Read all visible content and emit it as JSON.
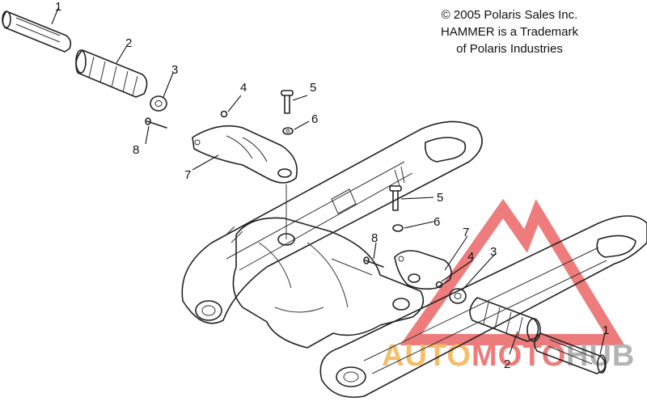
{
  "notice": {
    "line1": "© 2005 Polaris Sales Inc.",
    "line2": "HAMMER is a Trademark",
    "line3": "of Polaris Industries"
  },
  "callouts": {
    "left": [
      "1",
      "2",
      "3",
      "4",
      "5",
      "6",
      "7",
      "8"
    ],
    "right": [
      "1",
      "2",
      "3",
      "4",
      "5",
      "6",
      "7",
      "8"
    ]
  },
  "watermark": {
    "auto": "AUTO",
    "moto": "MOTO",
    "hub": "HUB",
    "orange": "#f4a836",
    "red": "#e85050",
    "gray": "#9a9a9a"
  }
}
